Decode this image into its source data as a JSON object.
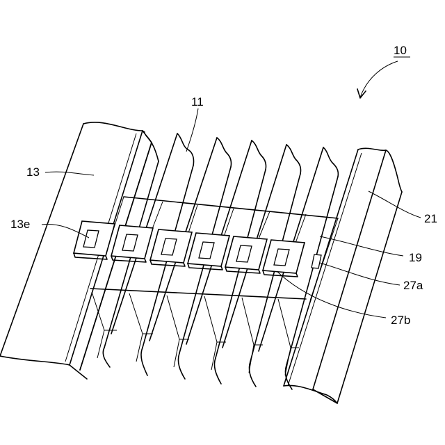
{
  "labels": {
    "assembly": "10",
    "fin": "11",
    "left_plate": "13",
    "left_plate_tab": "13e",
    "right_plate": "21",
    "strip": "19",
    "tab_a": "27a",
    "tab_b": "27b"
  }
}
